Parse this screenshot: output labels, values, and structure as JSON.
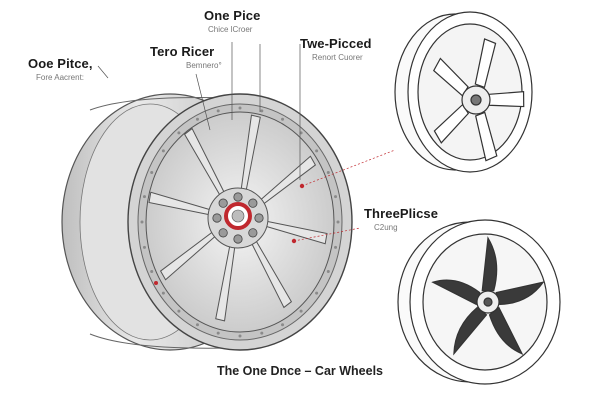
{
  "labels": {
    "one_piece": {
      "title": "One Pice",
      "sub": "Chice lCroer"
    },
    "tero_ricer": {
      "title": "Tero Ricer",
      "sub": "Bemnero°"
    },
    "ooe_pitce": {
      "title": "Ooe Pitce,",
      "sub": "Fore Aacrent:"
    },
    "two_picced": {
      "title": "Twe-Picced",
      "sub": "Renort Cuorer"
    },
    "three_plicse": {
      "title": "ThreePlicse",
      "sub": "C2ung"
    }
  },
  "caption": "The One Dnce – Car Wheels",
  "colors": {
    "accent": "#c0282e",
    "line": "#555555",
    "rim": "#d9d9d9"
  }
}
